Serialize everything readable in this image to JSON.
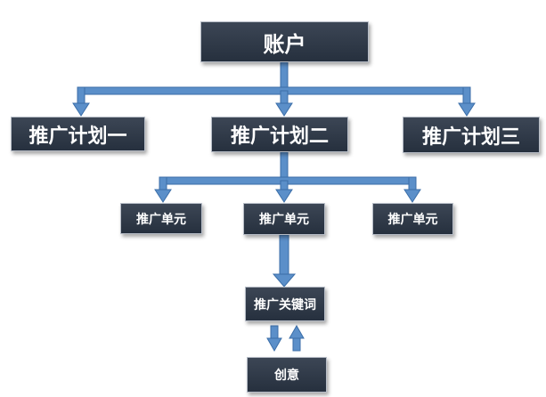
{
  "diagram": {
    "root": "账户",
    "plans": [
      "推广计划一",
      "推广计划二",
      "推广计划三"
    ],
    "units": [
      "推广单元",
      "推广单元",
      "推广单元"
    ],
    "keyword": "推广关键词",
    "creative": "创意"
  },
  "colors": {
    "box_fill_top": "#3c4655",
    "box_fill_bottom": "#26303e",
    "connector": "#5b8fc9",
    "connector_edge": "#3b6ea8"
  }
}
